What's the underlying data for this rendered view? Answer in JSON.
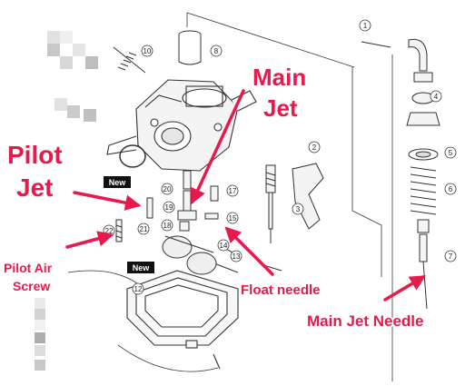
{
  "callouts": {
    "main_jet": [
      "Main",
      "Jet"
    ],
    "pilot_jet": [
      "Pilot",
      "Jet"
    ],
    "pilot_air_screw": [
      "Pilot Air",
      "Screw"
    ],
    "float_needle": "Float needle",
    "main_jet_needle": "Main Jet Needle"
  },
  "badges": {
    "new_upper": "New",
    "new_lower": "New"
  },
  "parts": [
    "1",
    "2",
    "3",
    "4",
    "5",
    "6",
    "7",
    "8",
    "10",
    "12",
    "13",
    "14",
    "15",
    "17",
    "18",
    "19",
    "20",
    "21",
    "22"
  ],
  "colors": {
    "callout": "#e8194b",
    "line": "#333333",
    "badge_bg": "#111111"
  }
}
